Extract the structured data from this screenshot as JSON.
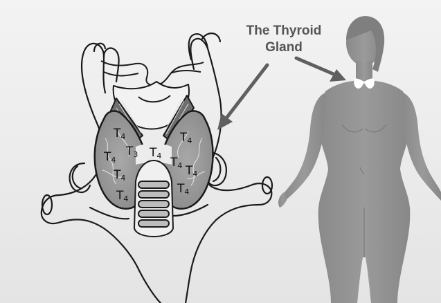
{
  "callout": {
    "line1": "The Thyroid",
    "line2": "Gland",
    "text_color": "#555555",
    "arrow_color": "#5f5f5f"
  },
  "hormones": [
    {
      "letter": "T",
      "sub": "4"
    },
    {
      "letter": "T",
      "sub": "4"
    },
    {
      "letter": "T",
      "sub": "3"
    },
    {
      "letter": "T",
      "sub": "4"
    },
    {
      "letter": "T",
      "sub": "4"
    },
    {
      "letter": "T",
      "sub": "4"
    },
    {
      "letter": "T",
      "sub": "4"
    },
    {
      "letter": "T",
      "sub": "4"
    },
    {
      "letter": "T",
      "sub": "4"
    },
    {
      "letter": "T",
      "sub": "4"
    }
  ],
  "colors": {
    "background_top": "#f2f2f2",
    "background_bottom": "#e6e6e6",
    "gland_fill": "#9b9b9b",
    "outline": "#1a1a1a",
    "body_silhouette": "#8e8e8e",
    "gland_marker": "#ffffff"
  }
}
